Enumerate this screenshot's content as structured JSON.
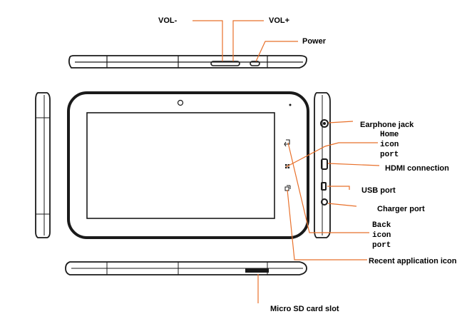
{
  "labels": {
    "vol_minus": "VOL-",
    "vol_plus": "VOL+",
    "power": "Power",
    "earphone": "Earphone jack",
    "home_1": "Home",
    "home_2": "icon",
    "home_3": "port",
    "hdmi": "HDMI connection",
    "usb": "USB port",
    "charger": "Charger port",
    "back_1": "Back",
    "back_2": "icon",
    "back_3": "port",
    "recent": "Recent application icon",
    "microsd": "Micro SD card slot"
  },
  "colors": {
    "leader": "#e8702a",
    "outline": "#1a1a1a"
  }
}
